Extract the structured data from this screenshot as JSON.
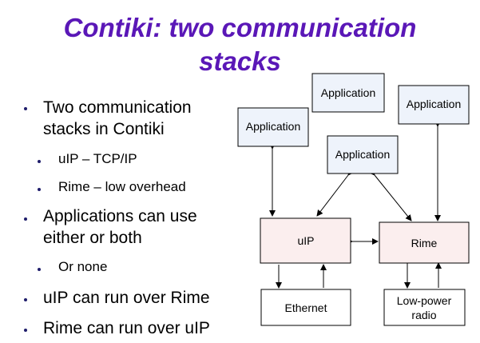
{
  "title": {
    "line1": "Contiki: two communication",
    "line2": "stacks"
  },
  "bullets": [
    {
      "level": 1,
      "lines": [
        "Two communication",
        "stacks in Contiki"
      ]
    },
    {
      "level": 2,
      "lines": [
        "uIP – TCP/IP"
      ]
    },
    {
      "level": 2,
      "lines": [
        "Rime – low overhead"
      ]
    },
    {
      "level": 1,
      "lines": [
        "Applications can use",
        "either or both"
      ]
    },
    {
      "level": 2,
      "lines": [
        "Or none"
      ]
    },
    {
      "level": 1,
      "lines": [
        "uIP can run over Rime"
      ]
    },
    {
      "level": 1,
      "lines": [
        "Rime can run over uIP"
      ]
    }
  ],
  "diagram": {
    "app_left": "Application",
    "app_top": "Application",
    "app_right": "Application",
    "app_center": "Application",
    "uip": "uIP",
    "rime": "Rime",
    "ethernet": "Ethernet",
    "radio_line1": "Low-power",
    "radio_line2": "radio"
  },
  "colors": {
    "title": "#5a17b7",
    "bullet": "#1f1d6b",
    "app_box_fill": "#eef3fb",
    "stack_box_fill": "#fbeeee"
  }
}
